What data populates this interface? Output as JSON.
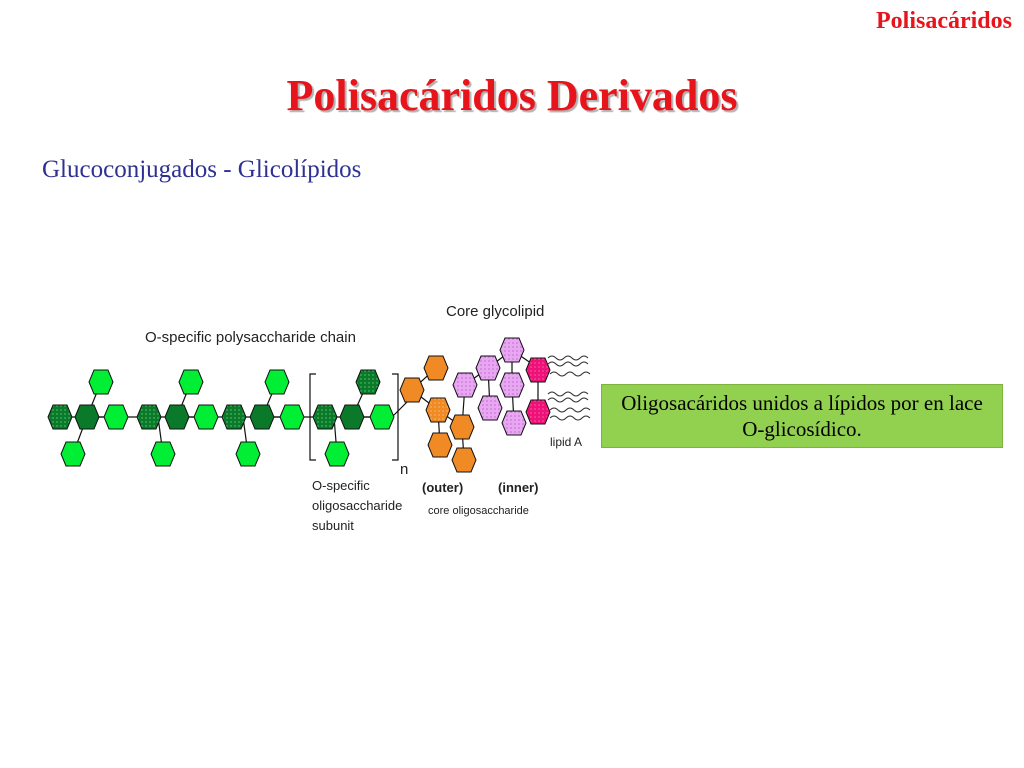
{
  "header": {
    "corner_title": "Polisacáridos",
    "title": "Polisacáridos Derivados",
    "subtitle": "Glucoconjugados - Glicolípidos"
  },
  "diagram": {
    "label_o_chain": "O-specific polysaccharide chain",
    "label_core": "Core glycolipid",
    "label_subunit_1": "O-specific",
    "label_subunit_2": "oligosaccharide",
    "label_subunit_3": "subunit",
    "label_n": "n",
    "label_outer": "(outer)",
    "label_inner": "(inner)",
    "label_core_oligo": "core oligosaccharide",
    "label_lipid_a": "lipid A"
  },
  "info_box": {
    "text": "Oligosacáridos unidos a lípidos por en lace O-glicosídico."
  },
  "colors": {
    "title_red": "#e8141c",
    "subtitle_blue": "#2e3192",
    "box_green": "#92d050",
    "sugar_green": "#00ee33",
    "sugar_dark_green": "#0a7a2a",
    "sugar_orange": "#f08a24",
    "sugar_pink": "#e9a6f2",
    "sugar_magenta": "#ee1177"
  }
}
